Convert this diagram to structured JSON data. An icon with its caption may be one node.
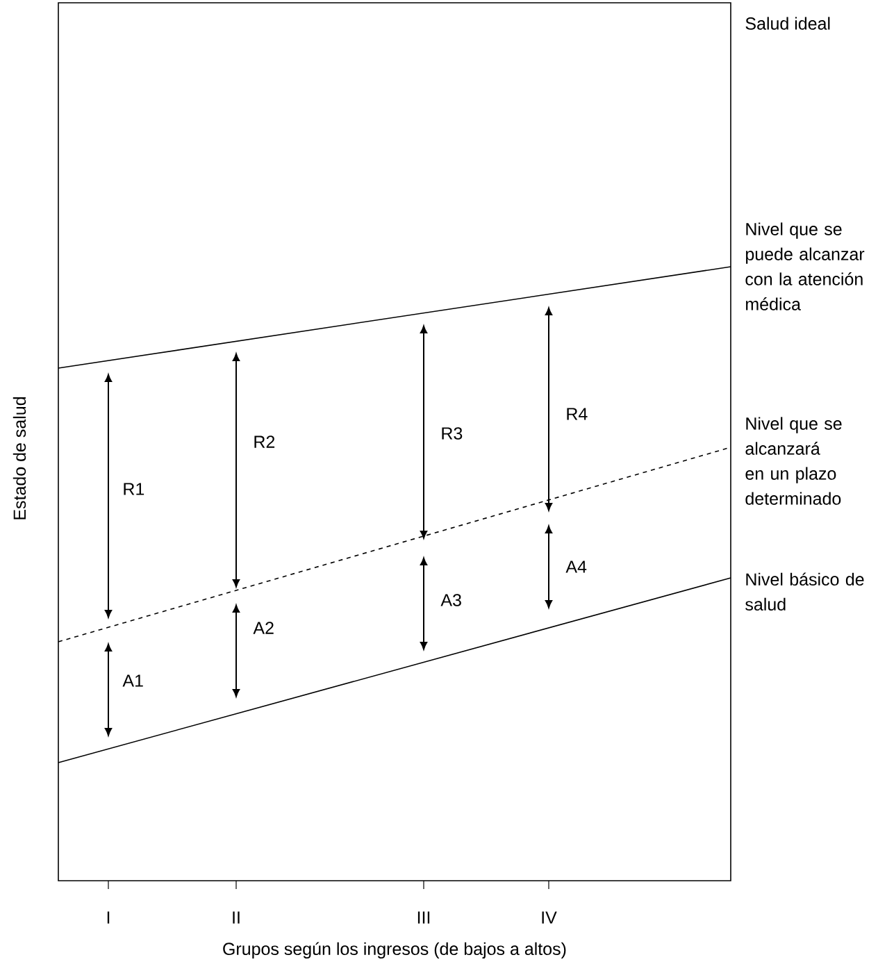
{
  "diagram": {
    "labels": [
      "Salud ideal",
      "Nivel que se puede alcanzar con la atención médica",
      "R1",
      "R2",
      "R3",
      "R4",
      "Nivel que se alcanzará en un plazo determinado",
      "A1",
      "A2",
      "A3",
      "A4",
      "Nivel básico de salud",
      "Estado de salud",
      "I",
      "II",
      "III",
      "IV",
      "Grupos según los ingresos (de bajos a altos)"
    ]
  }
}
